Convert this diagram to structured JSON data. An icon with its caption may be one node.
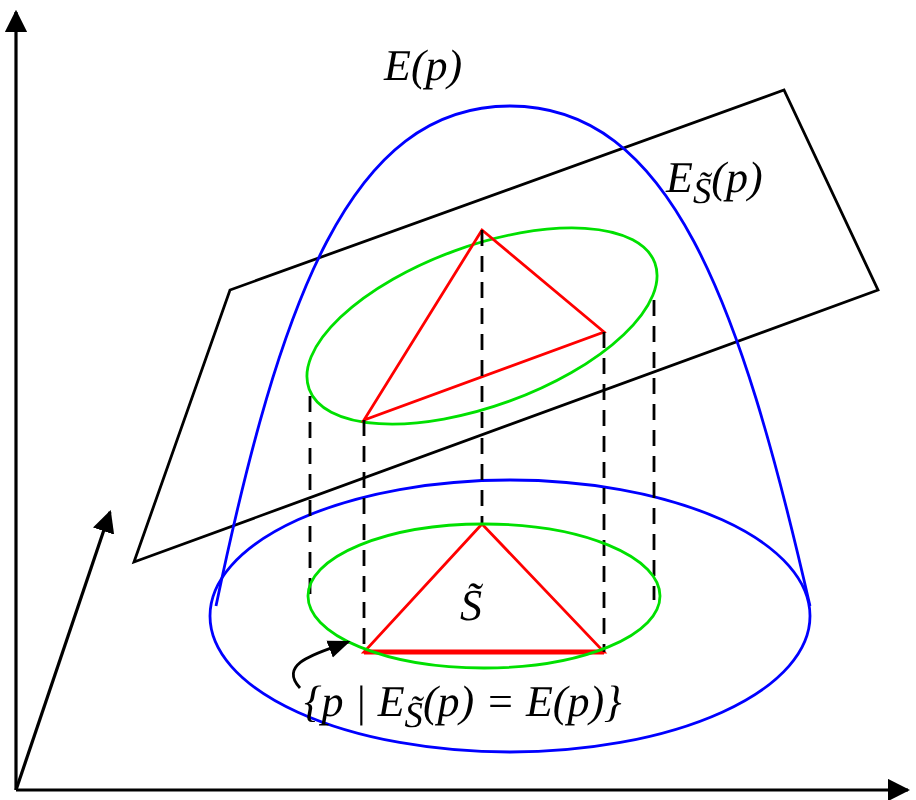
{
  "diagram": {
    "nodes": [
      {
        "text": [
          "{p | E$_{S̃}$(p) = E(p)}"
        ]
      },
      {
        "text": [],
        "shape": "ellipse"
      }
    ],
    "edges": [
      {
        "from": 0,
        "to": 1,
        "arrow": "to"
      }
    ],
    "labels": [
      "E(p)",
      "E$_{S̃}$(p)",
      "S̃"
    ]
  }
}
